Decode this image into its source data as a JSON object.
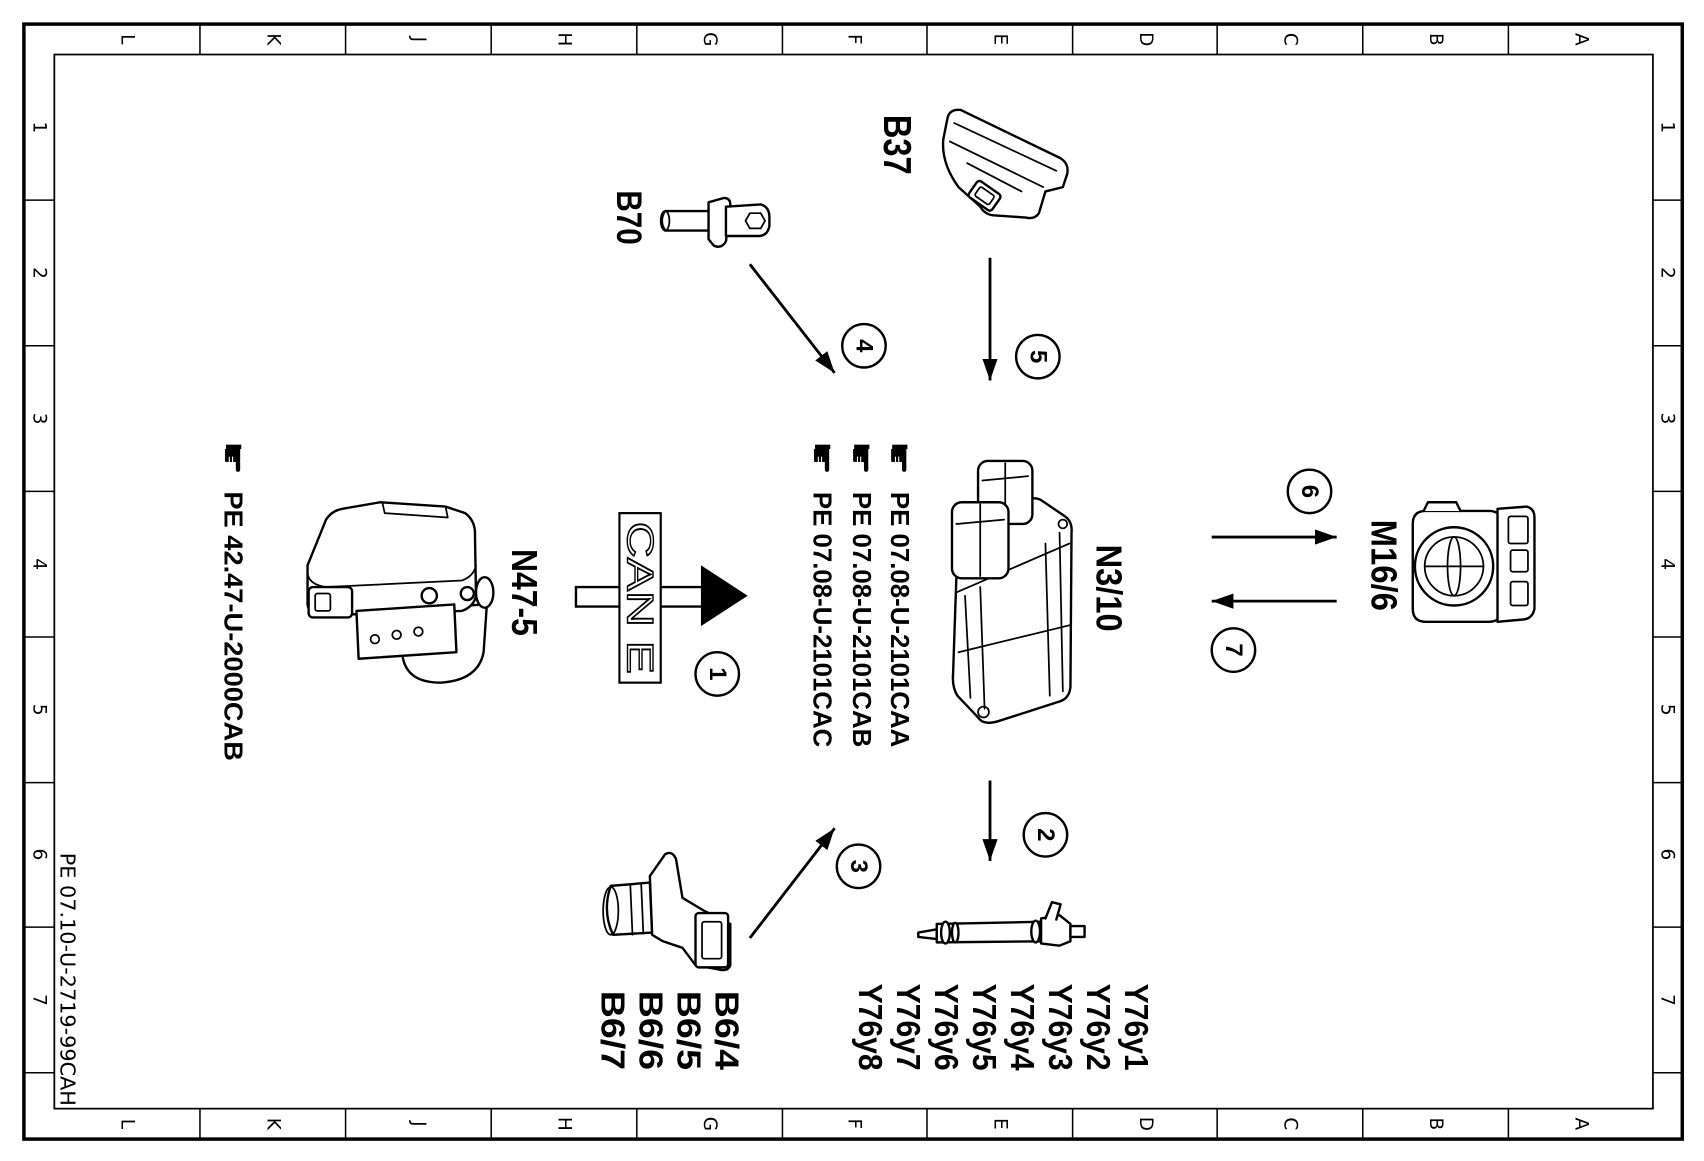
{
  "diagram": {
    "drawing_id": "PE 07.10-U-2719-99CAH",
    "colors": {
      "line": "#000000",
      "background": "#ffffff"
    },
    "frame": {
      "columns": [
        "L",
        "K",
        "J",
        "H",
        "G",
        "F",
        "E",
        "D",
        "C",
        "B",
        "A"
      ],
      "rows": [
        "1",
        "2",
        "3",
        "4",
        "5",
        "6",
        "7"
      ]
    },
    "bus_label": "CAN E",
    "steps": [
      "1",
      "2",
      "3",
      "4",
      "5",
      "6",
      "7"
    ],
    "components": {
      "b37": {
        "label": "B37",
        "icon": "pedal-sensor-icon"
      },
      "b70": {
        "label": "B70",
        "icon": "crankshaft-sensor-icon"
      },
      "n3_10": {
        "label": "N3/10",
        "icon": "control-unit-icon"
      },
      "n47_5": {
        "label": "N47-5",
        "icon": "abs-unit-icon"
      },
      "m16_6": {
        "label": "M16/6",
        "icon": "throttle-body-icon"
      },
      "b6": {
        "labels": [
          "B6/4",
          "B6/5",
          "B6/6",
          "B6/7"
        ],
        "icon": "camshaft-sensor-icon"
      },
      "y76": {
        "labels": [
          "Y76y1",
          "Y76y2",
          "Y76y3",
          "Y76y4",
          "Y76y5",
          "Y76y6",
          "Y76y7",
          "Y76y8"
        ],
        "icon": "injector-icon"
      }
    },
    "references": {
      "icon": "pointing-hand-icon",
      "n3_10": [
        "PE 07.08-U-2101CAA",
        "PE 07.08-U-2101CAB",
        "PE 07.08-U-2101CAC"
      ],
      "n47_5": "PE 42.47-U-2000CAB"
    }
  }
}
